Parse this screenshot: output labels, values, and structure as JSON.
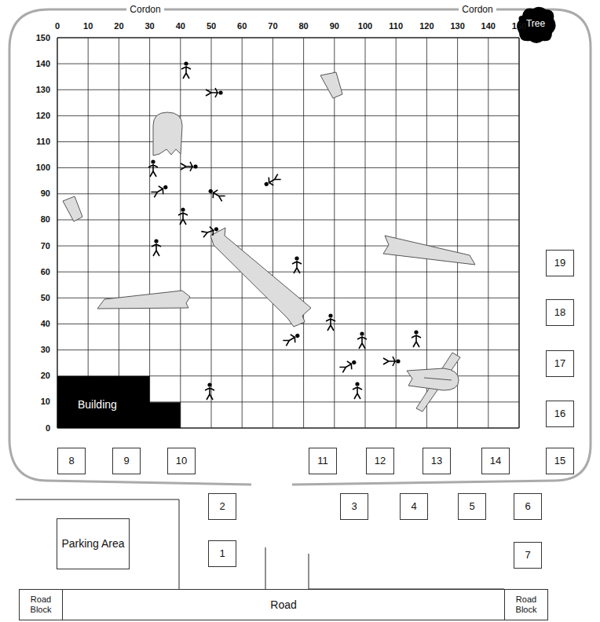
{
  "diagram": {
    "nodes": [
      {
        "text": [
          "Tree"
        ]
      },
      {
        "text": [
          "Building"
        ]
      },
      {
        "text": [
          "19"
        ]
      },
      {
        "text": [
          "18"
        ]
      },
      {
        "text": [
          "17"
        ]
      },
      {
        "text": [
          "16"
        ]
      },
      {
        "text": [
          "8"
        ]
      },
      {
        "text": [
          "9"
        ]
      },
      {
        "text": [
          "10"
        ]
      },
      {
        "text": [
          "11"
        ]
      },
      {
        "text": [
          "12"
        ]
      },
      {
        "text": [
          "13"
        ]
      },
      {
        "text": [
          "14"
        ]
      },
      {
        "text": [
          "15"
        ]
      },
      {
        "text": [
          "2"
        ]
      },
      {
        "text": [
          "3"
        ]
      },
      {
        "text": [
          "4"
        ]
      },
      {
        "text": [
          "5"
        ]
      },
      {
        "text": [
          "6"
        ]
      },
      {
        "text": [
          "Parking Area"
        ]
      },
      {
        "text": [
          "1"
        ]
      },
      {
        "text": [
          "7"
        ]
      },
      {
        "text": [
          "Road Block"
        ]
      },
      {
        "text": [
          "Road"
        ]
      },
      {
        "text": [
          "Road Block"
        ]
      }
    ],
    "labels": [
      "Cordon",
      "Cordon",
      "0",
      "10",
      "20",
      "30",
      "40",
      "50",
      "60",
      "70",
      "80",
      "90",
      "100",
      "110",
      "120",
      "130",
      "140",
      "150",
      "150",
      "140",
      "130",
      "120",
      "110",
      "100",
      "90",
      "80",
      "70",
      "60",
      "50",
      "40",
      "30",
      "20",
      "10",
      "0"
    ]
  }
}
